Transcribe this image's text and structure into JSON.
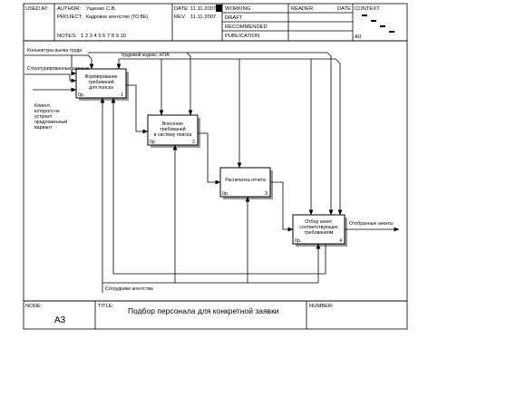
{
  "header": {
    "used_at_label": "USED AT:",
    "author_label": "AUTHOR:",
    "author_value": "Ущенко С.В.",
    "project_label": "PROJECT:",
    "project_value": "Кадровое агентство (TO BE)",
    "date_label": "DATE:",
    "date_value": "11.11.2007",
    "rev_label": "REV:",
    "rev_value": "11.11.2007",
    "notes_label": "NOTES:",
    "notes_numbers": "1 2 3 4 5 6 7 8 9 10",
    "status_working": "WORKING",
    "status_draft": "DRAFT",
    "status_recommended": "RECOMMENDED",
    "status_publication": "PUBLICATION",
    "reader_label": "READER",
    "reader_date_label": "DATE",
    "context_label": "CONTEXT:",
    "context_node": "A0"
  },
  "boxes": [
    {
      "label_lines": [
        "Формирование",
        "требований",
        "для поиска"
      ],
      "id": "0р.",
      "number": "1"
    },
    {
      "label_lines": [
        "Внесение",
        "требований",
        "в систему поиска"
      ],
      "id": "0р.",
      "number": "2"
    },
    {
      "label_lines": [
        "Распечатка отчета"
      ],
      "id": "0р.",
      "number": "3"
    },
    {
      "label_lines": [
        "Отбор анкет,",
        "соответствующих",
        "требованиям"
      ],
      "id": "0р.",
      "number": "4"
    }
  ],
  "arrows": {
    "konjunktura": "Конъюктура рынка труда",
    "strukturirovannye": "Структурированные данные",
    "trudovoy": "Трудовой кодекс, НПА",
    "klient": [
      "Клиент,",
      "которого не",
      "устроил",
      "предложенный",
      "вариант"
    ],
    "otobrannye": "Отобранные анкеты",
    "sotrudniki": "Сотрудники агентства"
  },
  "footer": {
    "node_label": "NODE:",
    "node_value": "A3",
    "title_label": "TITLE:",
    "title_value": "Подбор персонала для конкретной заявки",
    "number_label": "NUMBER:"
  }
}
